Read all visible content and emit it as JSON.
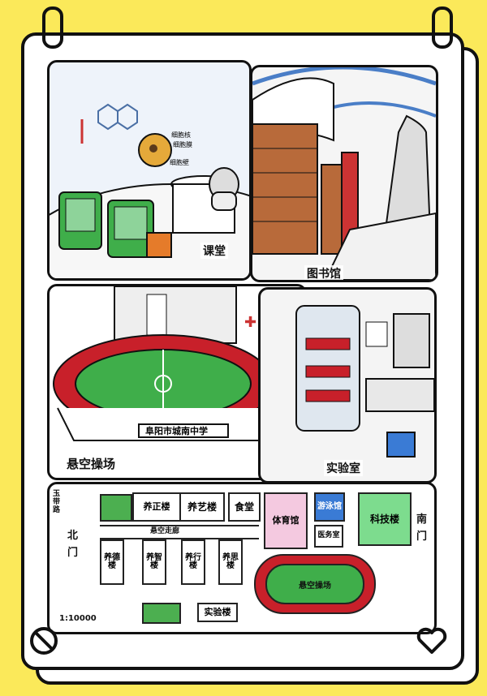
{
  "panels": {
    "classroom": "课堂",
    "library": "图书馆",
    "playground": "悬空操场",
    "lab": "实验室"
  },
  "stadium_sign": "阜阳市城南中学",
  "annotations": {
    "cell_nucleus": "细胞核",
    "cell_membrane": "细胞膜",
    "cell_wall": "细胞壁"
  },
  "map": {
    "north_gate": "北门",
    "south_gate": "南门",
    "street_label": "玉带路",
    "scale": "1:10000",
    "corridor": "悬空走廊",
    "buildings": {
      "yangyi": "养艺楼",
      "canteen": "食堂",
      "gym": "体育馆",
      "pool": "游泳馆",
      "tech": "科技楼",
      "clinic": "医务室",
      "lab_building": "实验楼",
      "yangde": "养德楼",
      "yangzhi": "养智楼",
      "yangxing": "养行楼",
      "yangsi": "养思楼",
      "yangzheng": "养正楼",
      "field": "悬空操场"
    }
  },
  "colors": {
    "background": "#fbe95a",
    "track": "#c8202a",
    "field": "#3fae4a",
    "outline": "#111111"
  },
  "icons": {
    "corner_left": "no-entry-icon",
    "corner_right": "heart-icon"
  }
}
